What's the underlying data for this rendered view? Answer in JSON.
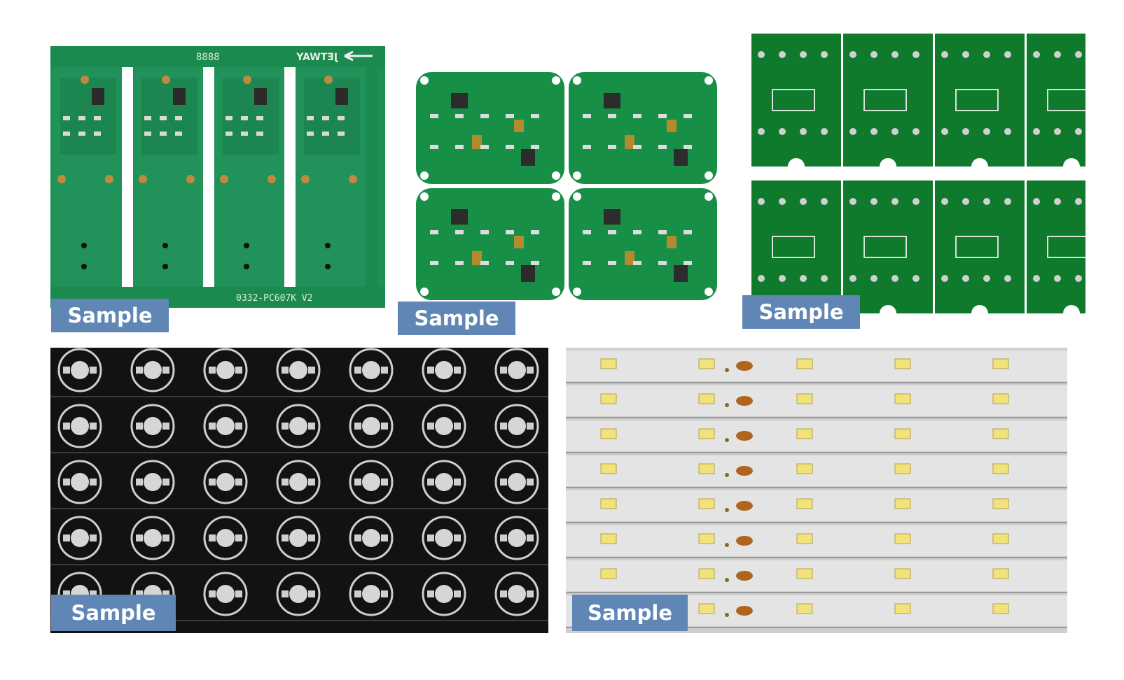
{
  "samples": [
    {
      "label": "Sample",
      "board": "green-panel-pcb-photo"
    },
    {
      "label": "Sample",
      "board": "green-rounded-pcb-photo"
    },
    {
      "label": "Sample",
      "board": "green-bare-pcb-photo"
    },
    {
      "label": "Sample",
      "board": "black-led-pcb-photo"
    },
    {
      "label": "Sample",
      "board": "white-led-strip-pcb-photo"
    }
  ],
  "board_text": {
    "brand": "JETWAY",
    "code": "8888",
    "part": "0332-PC607K V2"
  },
  "colors": {
    "label_bg": "#5f86b5",
    "label_text": "#ffffff",
    "pcb_green": "#1f8a4d",
    "pcb_black": "#111111",
    "pcb_white": "#e2e2e2"
  }
}
